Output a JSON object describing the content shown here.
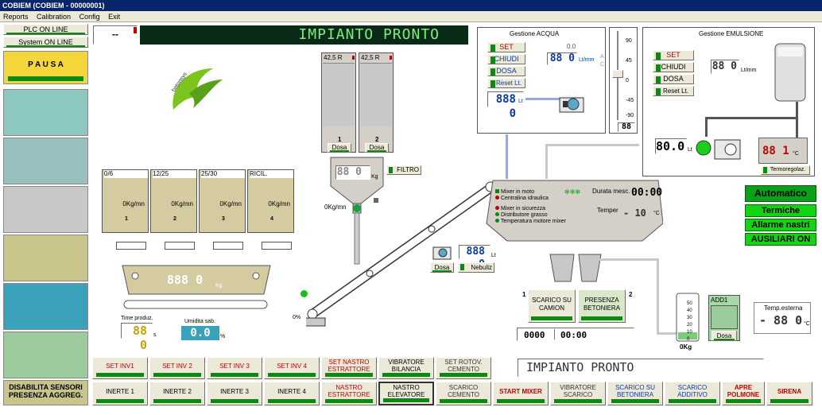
{
  "window": {
    "title": "COBIEM (COBIEM - 00000001)"
  },
  "menu": [
    "Reports",
    "Calibration",
    "Config",
    "Exit"
  ],
  "left": {
    "plc": "PLC ON LINE",
    "system": "System ON LINE",
    "pausa": "P A U S A",
    "disabilita": "DISABILITA SENSORI PRESENZA AGGREG."
  },
  "header": {
    "small_display": "--",
    "status": "IMPIANTO PRONTO"
  },
  "logo": {
    "text": "betonsys"
  },
  "acqua": {
    "title": "Gestione ACQUA",
    "set": "SET",
    "chiudi": "CHIUDI",
    "dosa": "DOSA",
    "reset": "Reset Lt.",
    "value": "0.0",
    "lcd": "88 0",
    "unit": "Lt/mm",
    "a_label": "A",
    "c_label": "C",
    "counter": "888 0",
    "counter_unit": "Lt"
  },
  "slider": {
    "ticks": [
      "90",
      "45",
      "0",
      "-45",
      "-90"
    ],
    "readout": "88"
  },
  "emulsione": {
    "title": "Gestione EMULSIONE",
    "set": "SET",
    "chiudi": "CHIUDI",
    "dosa": "DOSA",
    "reset": "Reset Lt.",
    "lcd": "88 0",
    "unit": "Lt/mm",
    "counter": "80.0",
    "counter_unit": "Lt",
    "temp": "88 1",
    "temp_unit": "°C",
    "termo": "Termoregolaz."
  },
  "cement": {
    "s1": "42,5 R",
    "s2": "42,5 R",
    "n1": "1",
    "n2": "2",
    "dosa1": "Dosa",
    "dosa2": "Dosa",
    "scale": "88 0",
    "scale_unit": "Kg",
    "filtro": "FILTRO",
    "kgmn": "0Kg/mn"
  },
  "aggregates": {
    "bins": [
      {
        "label": "0/6",
        "rate": "0Kg/mn",
        "num": "1"
      },
      {
        "label": "12/25",
        "rate": "0Kg/mn",
        "num": "2"
      },
      {
        "label": "25/30",
        "rate": "0Kg/mn",
        "num": "3"
      },
      {
        "label": "RICIL.",
        "rate": "0Kg/mn",
        "num": "4"
      }
    ],
    "scale": "888 0",
    "scale_unit": "Kg",
    "belt_pct": "0%"
  },
  "prod": {
    "time_label": "Time produz.",
    "time_val": "88 0",
    "time_unit": "s",
    "umid_label": "Umidita sab.",
    "umid_val": "0.0",
    "umid_unit": "%"
  },
  "mixer": {
    "s1": "Mixer in moto",
    "s2": "Centralina idraulica",
    "s3": "Mixer in sicurezza",
    "s4": "Distributore grasso",
    "s5": "Temperatura motore mixer",
    "durata_label": "Durata mesc.",
    "durata": "00:00",
    "temper_label": "Temper",
    "temper": "-  10",
    "temper_unit": "°C"
  },
  "additive_top": {
    "counter": "888 0",
    "unit": "Lt",
    "dosa": "Dosa",
    "nebuliz": "Nebuliz"
  },
  "right": {
    "automatico": "Automatico",
    "termiche": "Termiche",
    "allarme": "Allarme nastri",
    "ausiliari": "AUSILIARI ON"
  },
  "discharge": {
    "n1": "1",
    "n2": "2",
    "camion": "SCARICO SU CAMION",
    "betoniera": "PRESENZA BETONIERA",
    "count": "0000",
    "time": "00:00"
  },
  "status2": "IMPIANTO PRONTO",
  "cylinder": {
    "ticks": [
      "50",
      "40",
      "30",
      "20",
      "10",
      "0"
    ],
    "kg": "0Kg"
  },
  "add1": {
    "label": "ADD1",
    "dosa": "Dosa"
  },
  "ext": {
    "label": "Temp.esterna",
    "value": "- 88 0",
    "unit": "°C"
  },
  "row1": [
    "SET INV1",
    "SET INV 2",
    "SET INV 3",
    "SET INV 4",
    "SET NASTRO ESTRATTORE",
    "VIBRATORE BILANCIA",
    "SET ROTOV. CEMENTO"
  ],
  "row2": [
    "INERTE 1",
    "INERTE 2",
    "INERTE 3",
    "INERTE 4",
    "NASTRO ESTRATTORE",
    "NASTRO ELEVATORE",
    "SCARICO CEMENTO",
    "START MIXER",
    "VIBRATORE SCARICO",
    "SCARICO SU BETONIERA",
    "SCARICO ADDITIVO",
    "APRE POLMONE",
    "SIRENA"
  ],
  "colors": {
    "accent": "#0a246a",
    "ok": "#12d412",
    "red": "#c00000",
    "bin": "#d4cba0"
  }
}
